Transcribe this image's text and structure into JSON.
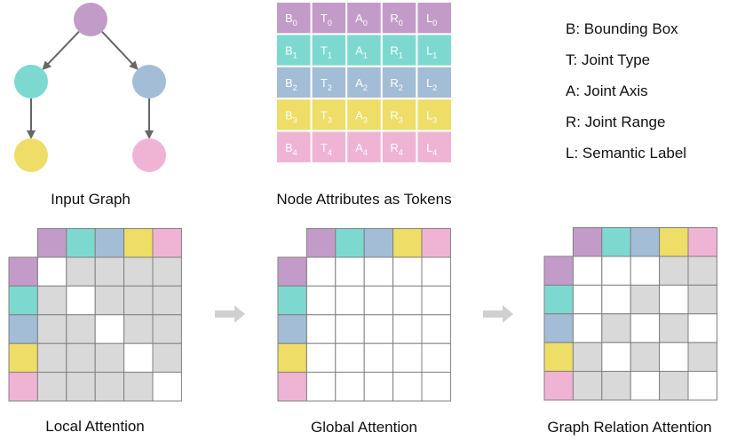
{
  "colors": {
    "purple": "#C39BC8",
    "teal": "#7DD9D0",
    "blue": "#A3BDD6",
    "yellow": "#EEDD66",
    "pink": "#EFB4D4",
    "gray_cell": "#D9D9D9",
    "white_cell": "#FFFFFF",
    "grid_line": "#808080",
    "arrow": "#666666",
    "step_arrow": "#D0D0D0",
    "token_text": "#FFFFFF"
  },
  "input_graph": {
    "caption": "Input Graph",
    "nodes": [
      {
        "id": "root",
        "color_key": "purple"
      },
      {
        "id": "left-child",
        "color_key": "teal"
      },
      {
        "id": "right-child",
        "color_key": "blue"
      },
      {
        "id": "left-grandchild",
        "color_key": "yellow"
      },
      {
        "id": "right-grandchild",
        "color_key": "pink"
      }
    ],
    "edges": [
      [
        "root",
        "left-child"
      ],
      [
        "root",
        "right-child"
      ],
      [
        "left-child",
        "left-grandchild"
      ],
      [
        "right-child",
        "right-grandchild"
      ]
    ]
  },
  "tokens": {
    "caption": "Node Attributes as Tokens",
    "rows": [
      {
        "color_key": "purple",
        "cells": [
          [
            "B",
            "0"
          ],
          [
            "T",
            "0"
          ],
          [
            "A",
            "0"
          ],
          [
            "R",
            "0"
          ],
          [
            "L",
            "0"
          ]
        ]
      },
      {
        "color_key": "teal",
        "cells": [
          [
            "B",
            "1"
          ],
          [
            "T",
            "1"
          ],
          [
            "A",
            "1"
          ],
          [
            "R",
            "1"
          ],
          [
            "L",
            "1"
          ]
        ]
      },
      {
        "color_key": "blue",
        "cells": [
          [
            "B",
            "2"
          ],
          [
            "T",
            "2"
          ],
          [
            "A",
            "2"
          ],
          [
            "R",
            "2"
          ],
          [
            "L",
            "2"
          ]
        ]
      },
      {
        "color_key": "yellow",
        "cells": [
          [
            "B",
            "3"
          ],
          [
            "T",
            "3"
          ],
          [
            "A",
            "3"
          ],
          [
            "R",
            "3"
          ],
          [
            "L",
            "3"
          ]
        ]
      },
      {
        "color_key": "pink",
        "cells": [
          [
            "B",
            "4"
          ],
          [
            "T",
            "4"
          ],
          [
            "A",
            "4"
          ],
          [
            "R",
            "4"
          ],
          [
            "L",
            "4"
          ]
        ]
      }
    ]
  },
  "legend": [
    "B: Bounding Box",
    "T: Joint Type",
    "A: Joint Axis",
    "R: Joint Range",
    "L: Semantic Label"
  ],
  "header_colors": [
    "purple",
    "teal",
    "blue",
    "yellow",
    "pink"
  ],
  "matrices": [
    {
      "caption": "Local Attention",
      "mask": [
        [
          1,
          0,
          0,
          0,
          0
        ],
        [
          0,
          1,
          0,
          0,
          0
        ],
        [
          0,
          0,
          1,
          0,
          0
        ],
        [
          0,
          0,
          0,
          1,
          0
        ],
        [
          0,
          0,
          0,
          0,
          1
        ]
      ]
    },
    {
      "caption": "Global Attention",
      "mask": [
        [
          1,
          1,
          1,
          1,
          1
        ],
        [
          1,
          1,
          1,
          1,
          1
        ],
        [
          1,
          1,
          1,
          1,
          1
        ],
        [
          1,
          1,
          1,
          1,
          1
        ],
        [
          1,
          1,
          1,
          1,
          1
        ]
      ]
    },
    {
      "caption": "Graph Relation Attention",
      "mask": [
        [
          1,
          1,
          1,
          0,
          0
        ],
        [
          1,
          1,
          0,
          1,
          0
        ],
        [
          1,
          0,
          1,
          0,
          1
        ],
        [
          0,
          1,
          0,
          1,
          0
        ],
        [
          0,
          0,
          1,
          0,
          1
        ]
      ]
    }
  ]
}
